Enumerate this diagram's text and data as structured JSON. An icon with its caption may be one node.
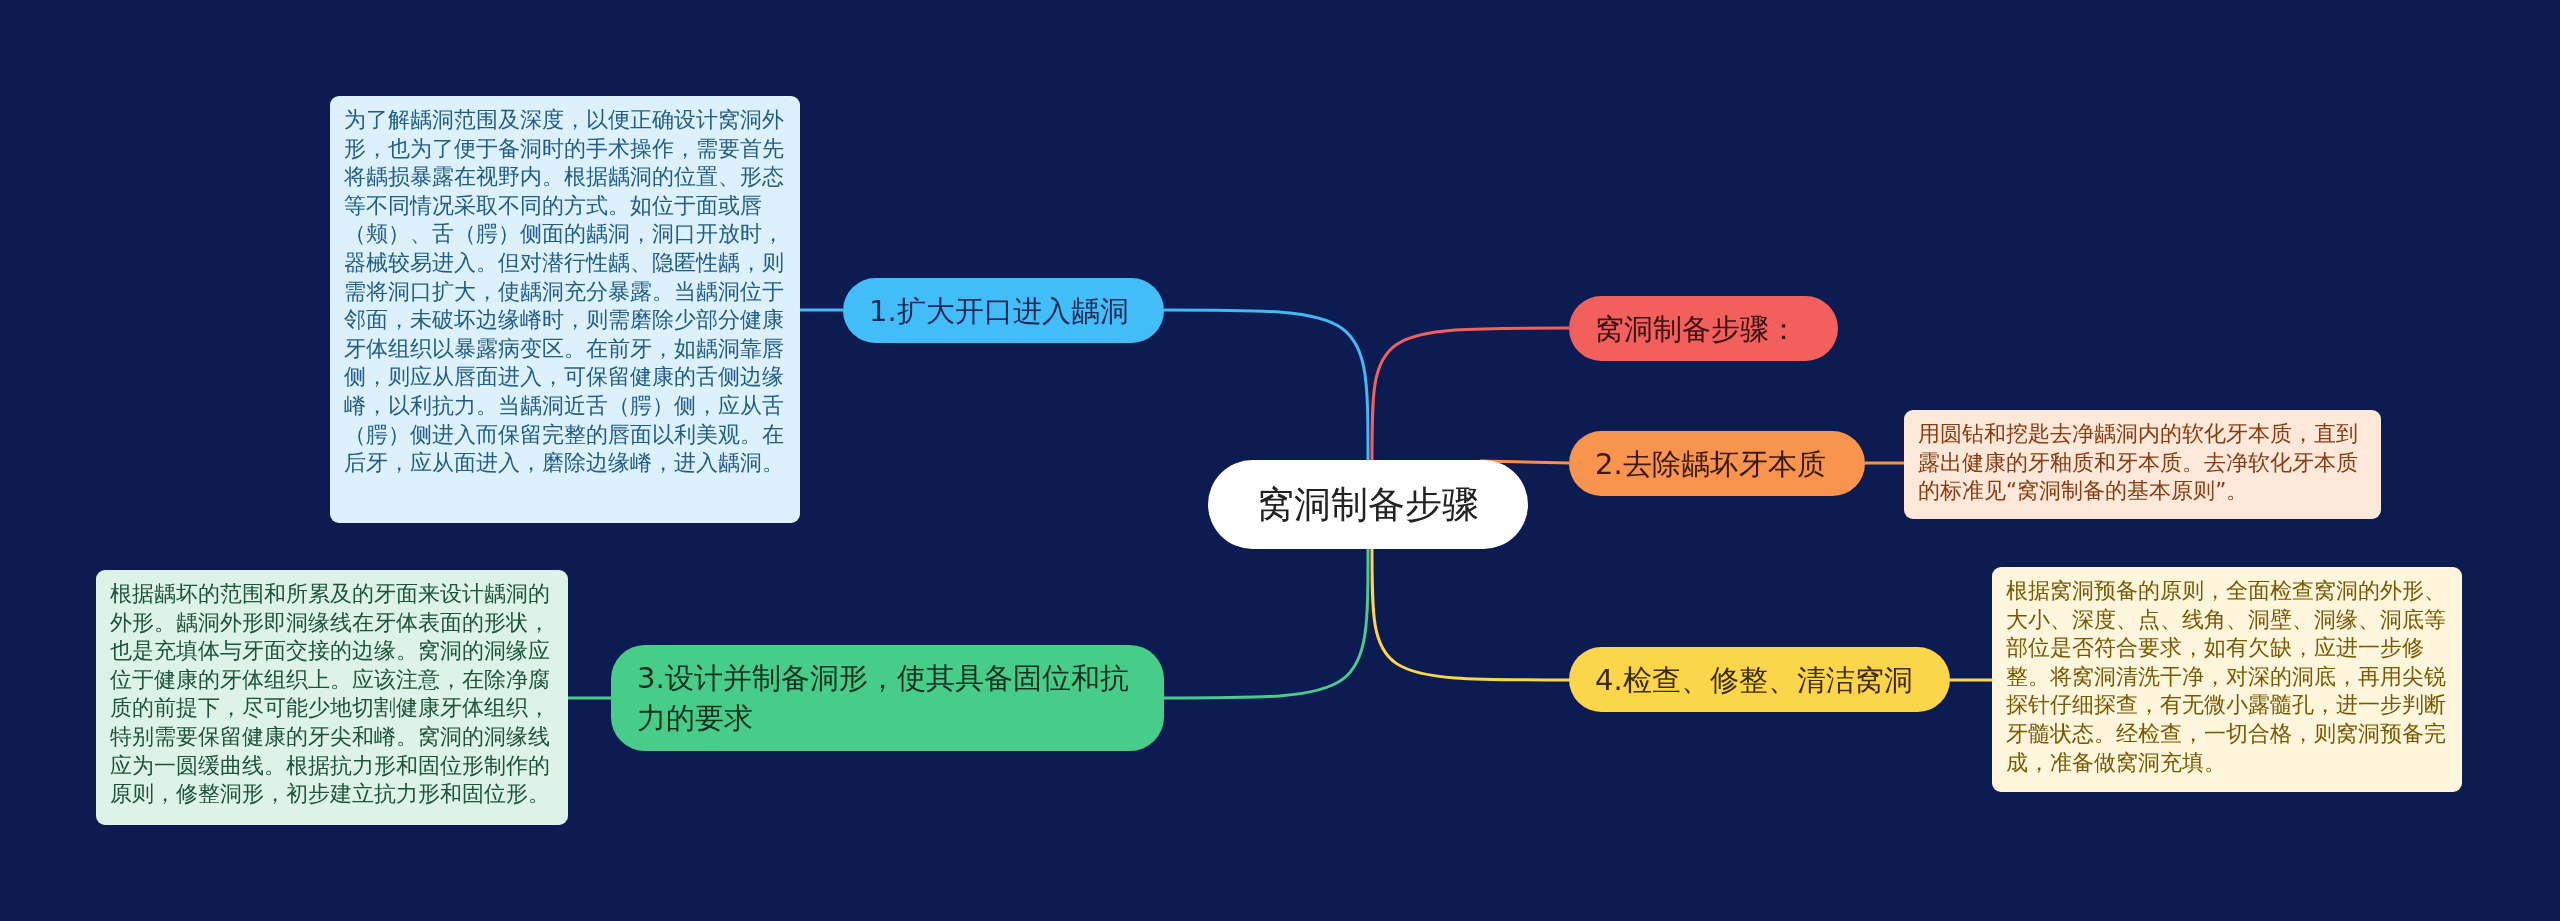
{
  "diagram": {
    "nodes": [
      {
        "text": [
          "窝洞制备步骤"
        ]
      },
      {
        "text": [
          "1.扩大开口进入龋洞"
        ]
      },
      {
        "text": [
          "为了解龋洞范围及深度，以便正确设计窝洞外形，也为了便于备洞时的手术操作，需要首先将龋损暴露在视野内。根据龋洞的位置、形态等不同情况采取不同的方式。如位于面或唇（颊）、舌（腭）侧面的龋洞，洞口开放时，器械较易进入。但对潜行性龋、隐匿性龋，则需将洞口扩大，使龋洞充分暴露。当龋洞位于邻面，未破坏边缘嵴时，则需磨除少部分健康牙体组织以暴露病变区。在前牙，如龋洞靠唇侧，则应从唇面进入，可保留健康的舌侧边缘嵴，以利抗力。当龋洞近舌（腭）侧，应从舌（腭）侧进入而保留完整的唇面以利美观。在后牙，应从面进入，磨除边缘嵴，进入龋洞。"
        ]
      },
      {
        "text": [
          "窝洞制备步骤："
        ]
      },
      {
        "text": [
          "2.去除龋坏牙本质"
        ]
      },
      {
        "text": [
          "用圆钻和挖匙去净龋洞内的软化牙本质，直到露出健康的牙釉质和牙本质。去净软化牙本质的标准见“窝洞制备的基本原则”。"
        ]
      },
      {
        "text": [
          "3.设计并制备洞形，使其具备固位和抗力的要求"
        ]
      },
      {
        "text": [
          "根据龋坏的范围和所累及的牙面来设计龋洞的外形。龋洞外形即洞缘线在牙体表面的形状，也是充填体与牙面交接的边缘。窝洞的洞缘应位于健康的牙体组织上。应该注意，在除净腐质的前提下，尽可能少地切割健康牙体组织，特别需要保留健康的牙尖和嵴。窝洞的洞缘线应为一圆缓曲线。根据抗力形和固位形制作的原则，修整洞形，初步建立抗力形和固位形。"
        ]
      },
      {
        "text": [
          "4.检查、修整、清洁窝洞"
        ]
      },
      {
        "text": [
          "根据窝洞预备的原则，全面检查窝洞的外形、大小、深度、点、线角、洞壁、洞缘、洞底等部位是否符合要求，如有欠缺，应进一步修整。将窝洞清洗干净，对深的洞底，再用尖锐探针仔细探查，有无微小露髓孔，进一步判断牙髓状态。经检查，一切合格，则窝洞预备完成，准备做窝洞充填。"
        ]
      }
    ],
    "edges": [
      {
        "from": 0,
        "to": 1,
        "arrow": "none",
        "color": "#42b8f5"
      },
      {
        "from": 1,
        "to": 2,
        "arrow": "none",
        "color": "#42b8f5"
      },
      {
        "from": 0,
        "to": 3,
        "arrow": "none",
        "color": "#f25f5c"
      },
      {
        "from": 0,
        "to": 4,
        "arrow": "none",
        "color": "#f78f4a"
      },
      {
        "from": 4,
        "to": 5,
        "arrow": "none",
        "color": "#f78f4a"
      },
      {
        "from": 0,
        "to": 6,
        "arrow": "none",
        "color": "#48cc8a"
      },
      {
        "from": 6,
        "to": 7,
        "arrow": "none",
        "color": "#48cc8a"
      },
      {
        "from": 0,
        "to": 8,
        "arrow": "none",
        "color": "#fcd64a"
      },
      {
        "from": 8,
        "to": 9,
        "arrow": "none",
        "color": "#fcd64a"
      }
    ]
  }
}
